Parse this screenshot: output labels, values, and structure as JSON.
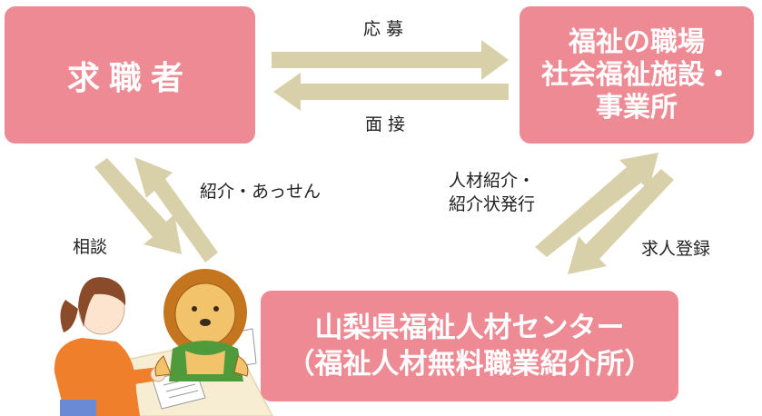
{
  "nodes": {
    "seeker": {
      "label": "求職者"
    },
    "workplace": {
      "lines": [
        "福祉の職場",
        "社会福祉施設・",
        "事業所"
      ]
    },
    "center": {
      "lines": [
        "山梨県福祉人材センター",
        "（福祉人材無料職業紹介所）"
      ]
    }
  },
  "edges": {
    "apply": "応募",
    "interview": "面接",
    "referral": "紹介・あっせん",
    "consult": "相談",
    "talent_referral": [
      "人材紹介・",
      "紹介状発行"
    ],
    "job_registration": "求人登録"
  },
  "colors": {
    "box": "#ee8a93",
    "arrow": "#d8d0a9",
    "text": "#222222"
  },
  "illustration": {
    "figures": [
      "woman-figure",
      "lion-figure",
      "desk",
      "document"
    ]
  }
}
